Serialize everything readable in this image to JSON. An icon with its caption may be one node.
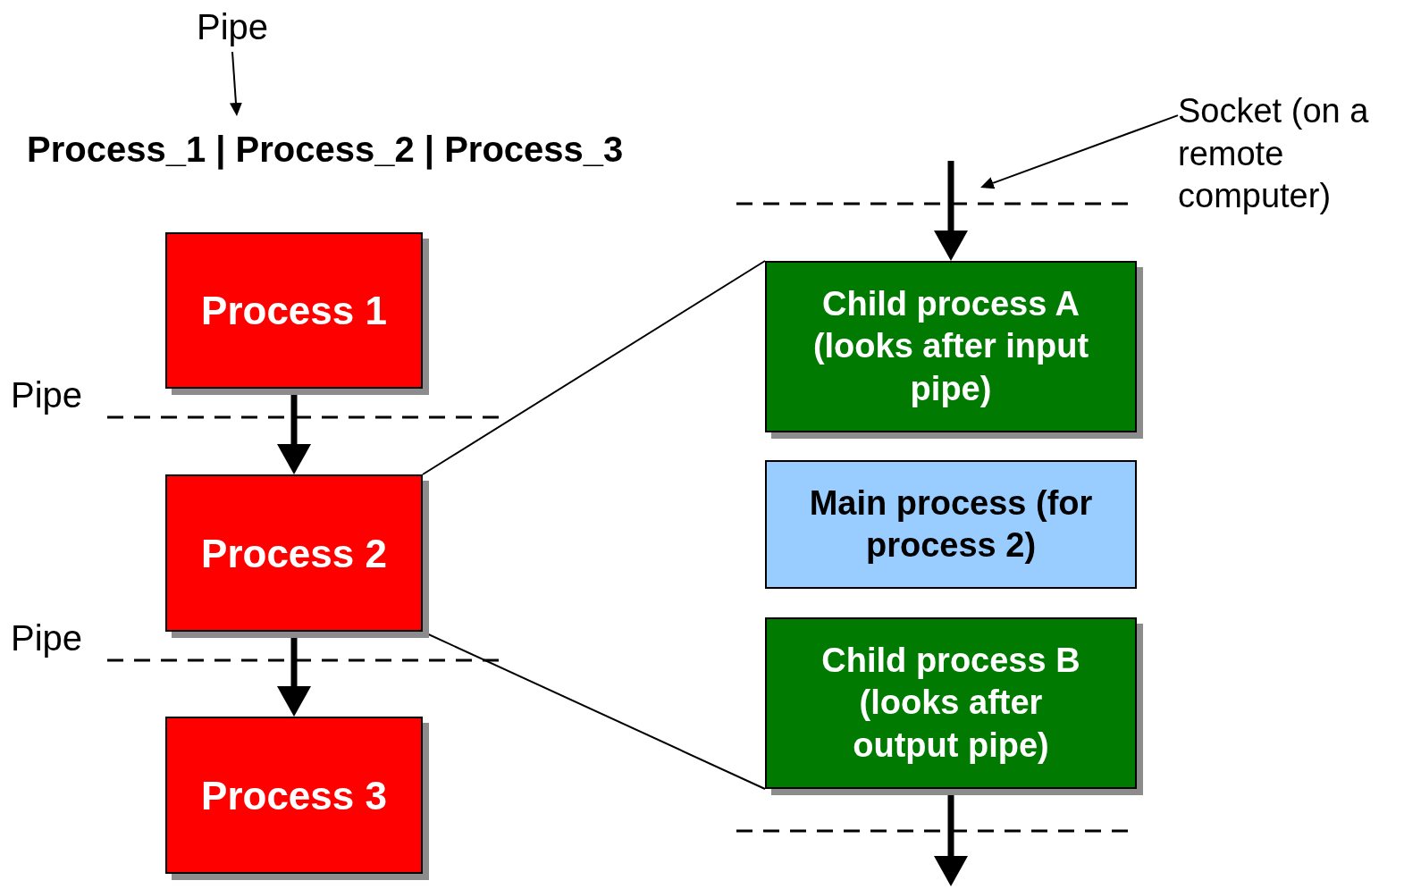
{
  "diagram": {
    "nodes": [
      {
        "text": [
          "Pipe"
        ]
      },
      {
        "text": [
          "Socket (on a remote computer)"
        ]
      },
      {
        "text": [
          "Process 1"
        ]
      },
      {
        "text": [
          "Process 2"
        ]
      },
      {
        "text": [
          "Process 3"
        ]
      },
      {
        "text": [
          "Child process A (looks after input pipe)"
        ]
      },
      {
        "text": [
          "Main process (for process 2)"
        ]
      },
      {
        "text": [
          "Child process B (looks after output pipe)"
        ]
      }
    ],
    "edges": [
      {
        "from": 0,
        "to": null,
        "arrow": "to"
      },
      {
        "from": 1,
        "to": null,
        "arrow": "to"
      },
      {
        "from": null,
        "to": 5,
        "arrow": "to",
        "style": "thick"
      },
      {
        "from": 2,
        "to": 3,
        "arrow": "to",
        "style": "thick"
      },
      {
        "from": 3,
        "to": 4,
        "arrow": "to",
        "style": "thick"
      },
      {
        "from": 3,
        "to": 5,
        "arrow": "none"
      },
      {
        "from": 3,
        "to": 7,
        "arrow": "none"
      },
      {
        "from": 7,
        "to": null,
        "arrow": "to",
        "style": "thick"
      }
    ],
    "labels": [
      "Process_1 | Process_2 | Process_3",
      "Pipe",
      "Pipe"
    ]
  }
}
